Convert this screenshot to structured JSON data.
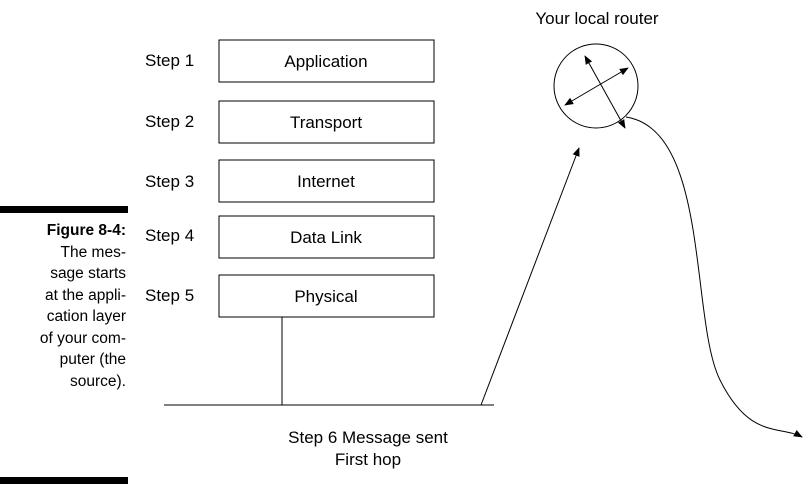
{
  "caption": {
    "figure_label": "Figure 8-4:",
    "lines": [
      "The mes-",
      "sage starts",
      "at the appli-",
      "cation layer",
      "of your com-",
      "puter (the",
      "source)."
    ]
  },
  "steps": [
    {
      "step": "Step 1",
      "layer": "Application"
    },
    {
      "step": "Step 2",
      "layer": "Transport"
    },
    {
      "step": "Step 3",
      "layer": "Internet"
    },
    {
      "step": "Step 4",
      "layer": "Data Link"
    },
    {
      "step": "Step 5",
      "layer": "Physical"
    }
  ],
  "router_label": "Your local router",
  "bottom_labels": {
    "line1": "Step 6 Message sent",
    "line2": "First hop"
  }
}
